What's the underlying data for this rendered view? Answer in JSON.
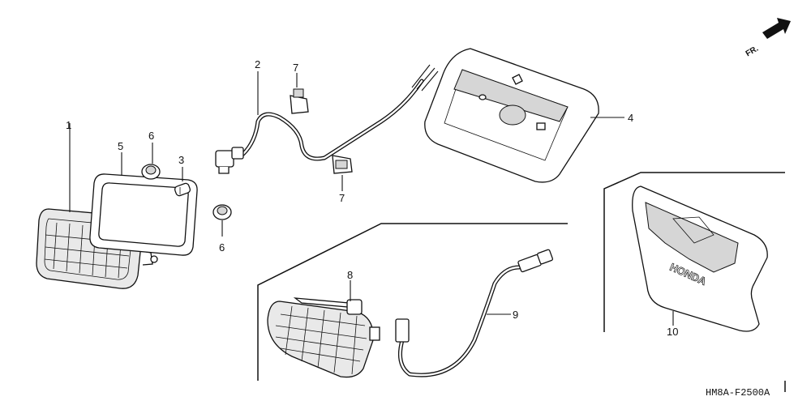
{
  "diagram": {
    "direction_indicator": "FR.",
    "part_code": "HM8A-F2500A",
    "callouts": [
      {
        "id": "c1",
        "label": "1"
      },
      {
        "id": "c2",
        "label": "2"
      },
      {
        "id": "c3",
        "label": "3"
      },
      {
        "id": "c4",
        "label": "4"
      },
      {
        "id": "c5",
        "label": "5"
      },
      {
        "id": "c6a",
        "label": "6"
      },
      {
        "id": "c6b",
        "label": "6"
      },
      {
        "id": "c7a",
        "label": "7"
      },
      {
        "id": "c7b",
        "label": "7"
      },
      {
        "id": "c8",
        "label": "8"
      },
      {
        "id": "c9",
        "label": "9"
      },
      {
        "id": "c10",
        "label": "10"
      }
    ],
    "embossed_brand": "HONDA"
  }
}
